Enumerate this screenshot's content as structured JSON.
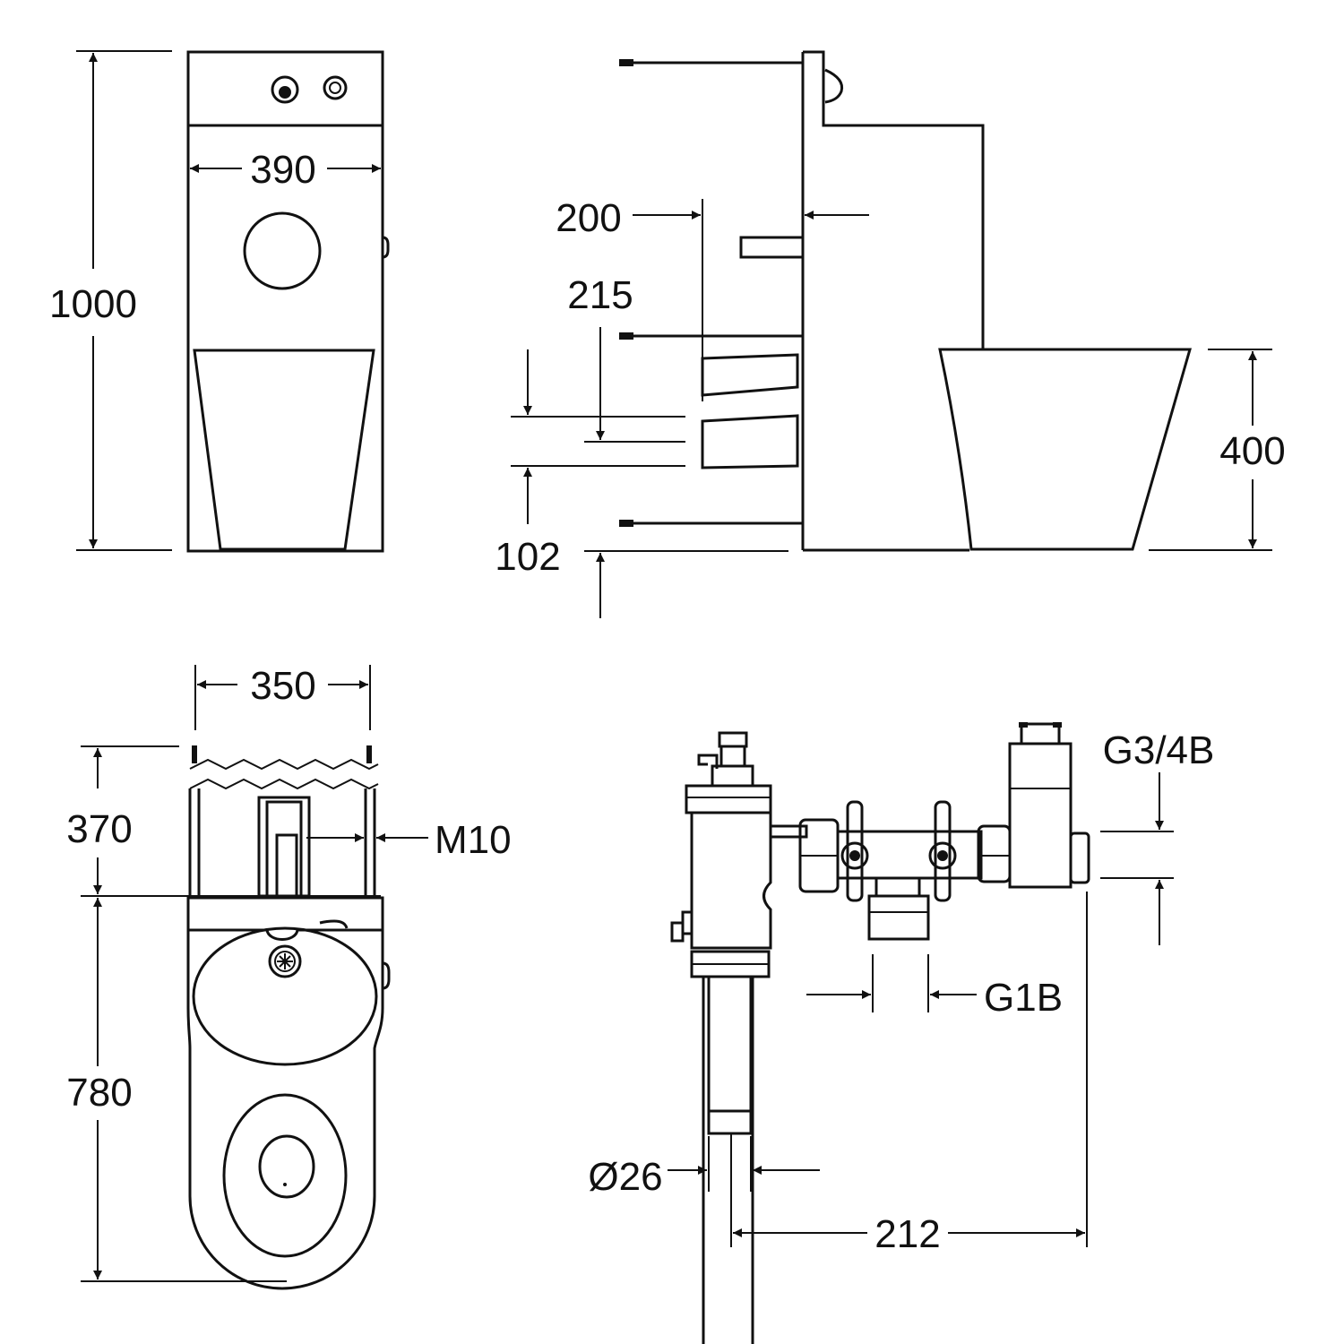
{
  "dimensions": {
    "front_width": "390",
    "front_height": "1000",
    "side_200": "200",
    "side_215": "215",
    "side_102": "102",
    "side_400": "400",
    "top_width": "350",
    "top_370": "370",
    "top_m10": "M10",
    "top_780": "780",
    "valve_g34b": "G3/4B",
    "valve_g1b": "G1B",
    "valve_d26": "Ø26",
    "valve_212": "212"
  },
  "colors": {
    "line": "#111111",
    "background": "#ffffff"
  }
}
